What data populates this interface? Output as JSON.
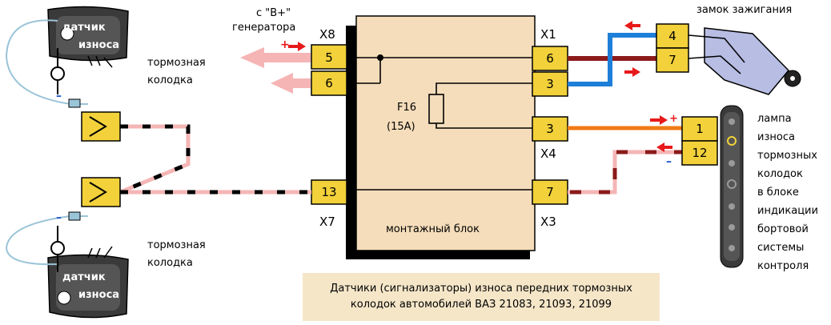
{
  "source_label_line1": "с \"В+\"",
  "source_label_line2": "генератора",
  "ignition_label": "замок зажигания",
  "upper_pad_label_line1": "тормозная",
  "upper_pad_label_line2": "колодка",
  "lower_pad_label_line1": "тормозная",
  "lower_pad_label_line2": "колодка",
  "sensor_upper_line1": "датчик",
  "sensor_upper_line2": "износа",
  "sensor_lower_line1": "датчик",
  "sensor_lower_line2": "износа",
  "fuse_label": "F16",
  "fuse_rating": "(15А)",
  "block_label": "монтажный блок",
  "connectors": {
    "x8": "X8",
    "x1": "X1",
    "x4": "X4",
    "x7": "X7",
    "x3": "X3"
  },
  "pins": {
    "x8_a": "5",
    "x8_b": "6",
    "x1_a": "6",
    "x1_b": "3",
    "x4_a": "3",
    "x7_a": "13",
    "x3_a": "7",
    "ign_a": "4",
    "ign_b": "7",
    "lamp_a": "1",
    "lamp_b": "12"
  },
  "plus_sign": "+",
  "minus_sign": "–",
  "lamp_label": [
    "лампа",
    "износа",
    "тормозных",
    "колодок",
    "в блоке",
    "индикации",
    "бортовой",
    "системы",
    "контроля"
  ],
  "caption_line1": "Датчики (сигнализаторы) износа передних тормозных",
  "caption_line2": "колодок автомобилей ВАЗ 21083, 21093, 21099",
  "colors": {
    "block": "#f5ddbb",
    "pin": "#f2d13a",
    "red_wire": "#8b1a1a",
    "blue_wire": "#1e7fd8",
    "orange_wire": "#f07a14",
    "pink_wire": "#f5b5b5",
    "arrow_red": "#e8191a",
    "caption_bg": "#f5e6c8"
  }
}
